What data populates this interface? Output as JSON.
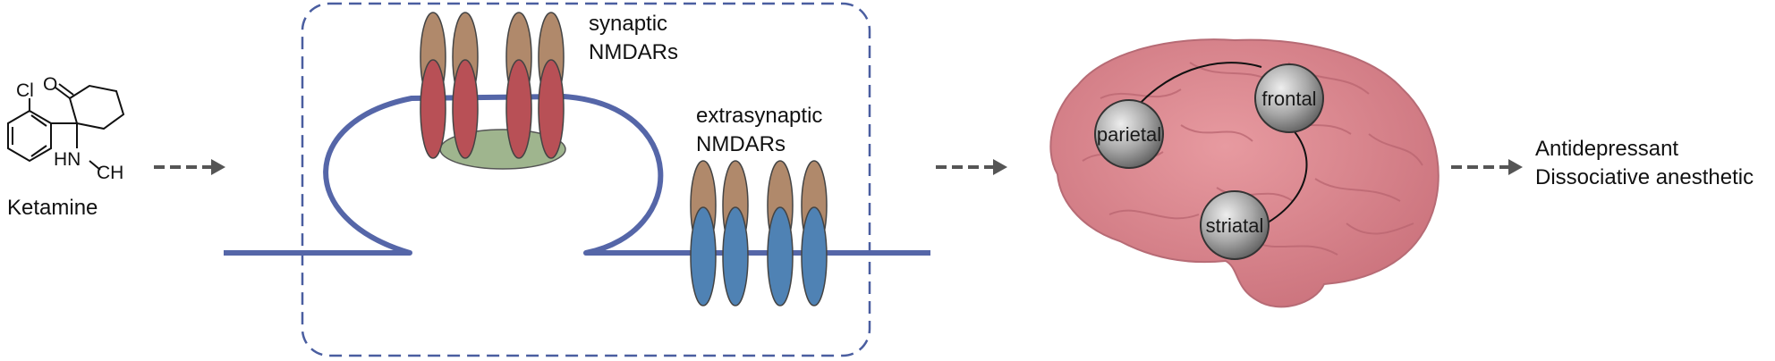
{
  "molecule": {
    "name": "Ketamine",
    "atoms": {
      "oxygen": "O",
      "chlorine": "Cl",
      "amine": "HN",
      "methyl": "CH"
    }
  },
  "synapse": {
    "synaptic_label_line1": "synaptic",
    "synaptic_label_line2": "NMDARs",
    "extrasynaptic_label_line1": "extrasynaptic",
    "extrasynaptic_label_line2": "NMDARs"
  },
  "brain": {
    "regions": [
      {
        "label": "parietal"
      },
      {
        "label": "frontal"
      },
      {
        "label": "striatal"
      }
    ]
  },
  "outcomes": {
    "line1": "Antidepressant",
    "line2": "Dissociative anesthetic"
  },
  "colors": {
    "membrane": "#5566a8",
    "box_border": "#4a5ea0",
    "receptor_top": "#b0896b",
    "receptor_synaptic": "#b85056",
    "receptor_extrasynaptic": "#4f82b4",
    "psd": "#9fb58e",
    "brain": "#d9858c",
    "node": "#9a9a9a",
    "arrow": "#555555"
  }
}
